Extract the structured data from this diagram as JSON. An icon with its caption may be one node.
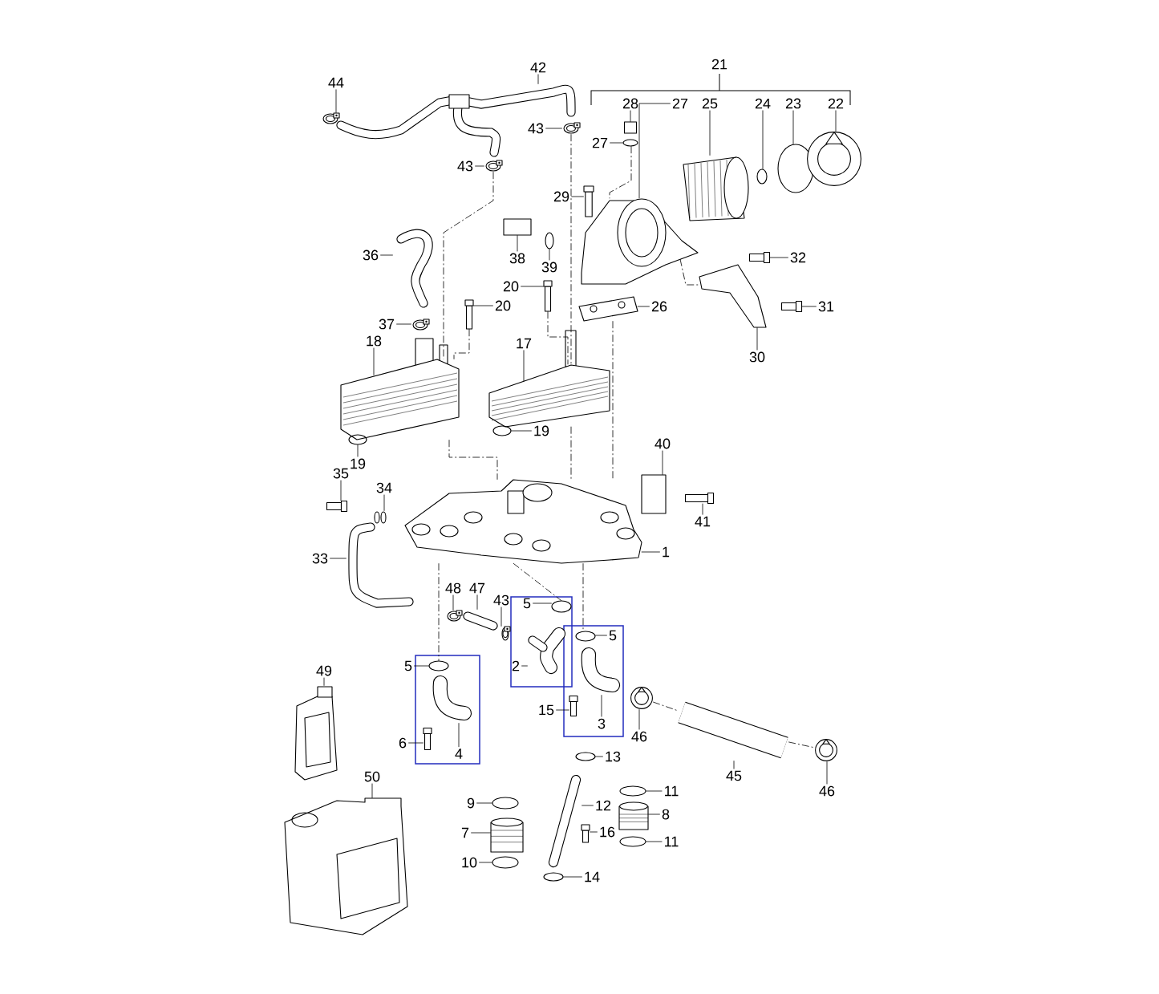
{
  "diagram": {
    "nodes": [
      {
        "text": [
          "44"
        ]
      },
      {
        "text": [
          "42"
        ]
      },
      {
        "text": [
          "21"
        ]
      },
      {
        "text": [
          "28"
        ]
      },
      {
        "text": [
          "27"
        ]
      },
      {
        "text": [
          "25"
        ]
      },
      {
        "text": [
          "24"
        ]
      },
      {
        "text": [
          "23"
        ]
      },
      {
        "text": [
          "22"
        ]
      },
      {
        "text": [
          "43"
        ],
        "in": 63
      },
      {
        "text": [
          "27"
        ]
      },
      {
        "text": [
          "43"
        ]
      },
      {
        "text": [
          "29"
        ]
      },
      {
        "text": [
          "36"
        ]
      },
      {
        "text": [
          "38"
        ]
      },
      {
        "text": [
          "39"
        ]
      },
      {
        "text": [
          "32"
        ]
      },
      {
        "text": [
          "20"
        ]
      },
      {
        "text": [
          "20"
        ]
      },
      {
        "text": [
          "26"
        ]
      },
      {
        "text": [
          "31"
        ]
      },
      {
        "text": [
          "37"
        ]
      },
      {
        "text": [
          "18"
        ]
      },
      {
        "text": [
          "17"
        ]
      },
      {
        "text": [
          "30"
        ]
      },
      {
        "text": [
          "19"
        ]
      },
      {
        "text": [
          "40"
        ]
      },
      {
        "text": [
          "19"
        ]
      },
      {
        "text": [
          "35"
        ]
      },
      {
        "text": [
          "34"
        ]
      },
      {
        "text": [
          "41"
        ]
      },
      {
        "text": [
          "1"
        ]
      },
      {
        "text": [
          "33"
        ]
      },
      {
        "text": [
          "48"
        ]
      },
      {
        "text": [
          "47"
        ]
      },
      {
        "text": [
          "43"
        ]
      },
      {
        "text": [],
        "shape": "box"
      },
      {
        "text": [
          "5"
        ],
        "in": 36
      },
      {
        "text": [],
        "shape": "box"
      },
      {
        "text": [
          "5"
        ],
        "in": 38
      },
      {
        "text": [],
        "shape": "box"
      },
      {
        "text": [
          "5"
        ]
      },
      {
        "text": [
          "2"
        ],
        "in": 36
      },
      {
        "text": [
          "49"
        ]
      },
      {
        "text": [
          "15"
        ]
      },
      {
        "text": [
          "3"
        ],
        "in": 38
      },
      {
        "text": [
          "46"
        ]
      },
      {
        "text": [
          "6"
        ]
      },
      {
        "text": [
          "4"
        ],
        "in": 40
      },
      {
        "text": [
          "13"
        ]
      },
      {
        "text": [
          "45"
        ]
      },
      {
        "text": [
          "50"
        ]
      },
      {
        "text": [
          "46"
        ]
      },
      {
        "text": [
          "11"
        ]
      },
      {
        "text": [
          "9"
        ]
      },
      {
        "text": [
          "12"
        ]
      },
      {
        "text": [
          "8"
        ]
      },
      {
        "text": [
          "16"
        ]
      },
      {
        "text": [
          "7"
        ]
      },
      {
        "text": [
          "11"
        ]
      },
      {
        "text": [
          "10"
        ]
      },
      {
        "text": [
          "14"
        ]
      },
      {
        "text": [],
        "shape": "picture"
      },
      {
        "text": [],
        "shape": "picture"
      },
      {
        "text": [],
        "shape": "box"
      },
      {
        "text": [],
        "shape": "picture"
      },
      {
        "text": [],
        "shape": "picture"
      },
      {
        "text": [],
        "shape": "circle"
      },
      {
        "text": [],
        "shape": "circle"
      },
      {
        "text": [],
        "shape": "picture"
      },
      {
        "text": [],
        "shape": "picture"
      },
      {
        "text": [],
        "shape": "circle"
      },
      {
        "text": [],
        "shape": "picture"
      },
      {
        "text": [],
        "shape": "box"
      },
      {
        "text": [],
        "shape": "picture"
      },
      {
        "text": [],
        "shape": "box"
      },
      {
        "text": [],
        "shape": "circle"
      },
      {
        "text": [],
        "shape": "box"
      },
      {
        "text": [],
        "shape": "box"
      },
      {
        "text": [],
        "shape": "box"
      },
      {
        "text": [],
        "shape": "picture"
      },
      {
        "text": [],
        "shape": "box"
      },
      {
        "text": [],
        "shape": "picture"
      },
      {
        "text": [],
        "shape": "picture"
      },
      {
        "text": [],
        "shape": "picture"
      },
      {
        "text": [],
        "shape": "picture"
      },
      {
        "text": [],
        "shape": "circle"
      },
      {
        "text": [],
        "shape": "box"
      },
      {
        "text": [],
        "shape": "circle"
      },
      {
        "text": [],
        "shape": "box"
      },
      {
        "text": [],
        "shape": "picture"
      },
      {
        "text": [],
        "shape": "box"
      },
      {
        "text": [],
        "shape": "picture"
      },
      {
        "text": [],
        "shape": "picture"
      },
      {
        "text": [],
        "shape": "picture"
      },
      {
        "text": [],
        "shape": "picture"
      },
      {
        "text": [],
        "shape": "picture"
      },
      {
        "text": [],
        "shape": "circle",
        "in": 36
      },
      {
        "text": [],
        "shape": "circle",
        "in": 38
      },
      {
        "text": [],
        "shape": "circle",
        "in": 40
      },
      {
        "text": [],
        "shape": "picture",
        "in": 36
      },
      {
        "text": [],
        "shape": "picture"
      },
      {
        "text": [],
        "shape": "box",
        "in": 38
      },
      {
        "text": [],
        "shape": "picture",
        "in": 38
      },
      {
        "text": [],
        "shape": "picture"
      },
      {
        "text": [],
        "shape": "box",
        "in": 40
      },
      {
        "text": [],
        "shape": "picture",
        "in": 40
      },
      {
        "text": [],
        "shape": "circle"
      },
      {
        "text": [],
        "shape": "picture"
      },
      {
        "text": [],
        "shape": "picture"
      },
      {
        "text": [],
        "shape": "picture"
      },
      {
        "text": [],
        "shape": "circle"
      },
      {
        "text": [],
        "shape": "circle"
      },
      {
        "text": [],
        "shape": "picture"
      },
      {
        "text": [],
        "shape": "picture"
      },
      {
        "text": [],
        "shape": "box"
      },
      {
        "text": [],
        "shape": "picture"
      },
      {
        "text": [],
        "shape": "circle"
      },
      {
        "text": [],
        "shape": "circle"
      },
      {
        "text": [],
        "shape": "circle"
      }
    ],
    "edges": [
      {
        "from": 0,
        "to": 62,
        "arrow": "none"
      },
      {
        "from": 1,
        "to": 63,
        "arrow": "none"
      },
      {
        "from": 3,
        "to": 64,
        "arrow": "none"
      },
      {
        "from": 4,
        "to": 65,
        "arrow": "none"
      },
      {
        "from": 5,
        "to": 66,
        "arrow": "none"
      },
      {
        "from": 6,
        "to": 67,
        "arrow": "none"
      },
      {
        "from": 7,
        "to": 68,
        "arrow": "none"
      },
      {
        "from": 8,
        "to": 69,
        "arrow": "none"
      },
      {
        "from": 9,
        "to": 70,
        "arrow": "none"
      },
      {
        "from": 10,
        "to": 71,
        "arrow": "none"
      },
      {
        "from": 11,
        "to": 72,
        "arrow": "none"
      },
      {
        "from": 12,
        "to": 73,
        "arrow": "none"
      },
      {
        "from": 13,
        "to": 74,
        "arrow": "none"
      },
      {
        "from": 14,
        "to": 75,
        "arrow": "none"
      },
      {
        "from": 15,
        "to": 76,
        "arrow": "none"
      },
      {
        "from": 16,
        "to": 77,
        "arrow": "none"
      },
      {
        "from": 17,
        "to": 78,
        "arrow": "none"
      },
      {
        "from": 18,
        "to": 79,
        "arrow": "none"
      },
      {
        "from": 19,
        "to": 80,
        "arrow": "none"
      },
      {
        "from": 20,
        "to": 81,
        "arrow": "none"
      },
      {
        "from": 21,
        "to": 82,
        "arrow": "none"
      },
      {
        "from": 22,
        "to": 83,
        "arrow": "none"
      },
      {
        "from": 23,
        "to": 84,
        "arrow": "none"
      },
      {
        "from": 24,
        "to": 85,
        "arrow": "none"
      },
      {
        "from": 25,
        "to": 86,
        "arrow": "none"
      },
      {
        "from": 26,
        "to": 87,
        "arrow": "none"
      },
      {
        "from": 27,
        "to": 88,
        "arrow": "none"
      },
      {
        "from": 28,
        "to": 89,
        "arrow": "none"
      },
      {
        "from": 29,
        "to": 90,
        "arrow": "none"
      },
      {
        "from": 30,
        "to": 91,
        "arrow": "none"
      },
      {
        "from": 31,
        "to": 92,
        "arrow": "none"
      },
      {
        "from": 32,
        "to": 93,
        "arrow": "none"
      },
      {
        "from": 33,
        "to": 94,
        "arrow": "none"
      },
      {
        "from": 34,
        "to": 95,
        "arrow": "none"
      },
      {
        "from": 35,
        "to": 96,
        "arrow": "none"
      },
      {
        "from": 37,
        "to": 97,
        "arrow": "none"
      },
      {
        "from": 39,
        "to": 98,
        "arrow": "none"
      },
      {
        "from": 41,
        "to": 99,
        "arrow": "none"
      },
      {
        "from": 42,
        "to": 100,
        "arrow": "none"
      },
      {
        "from": 43,
        "to": 101,
        "arrow": "none"
      },
      {
        "from": 44,
        "to": 102,
        "arrow": "none"
      },
      {
        "from": 45,
        "to": 103,
        "arrow": "none"
      },
      {
        "from": 46,
        "to": 104,
        "arrow": "none"
      },
      {
        "from": 47,
        "to": 105,
        "arrow": "none"
      },
      {
        "from": 48,
        "to": 106,
        "arrow": "none"
      },
      {
        "from": 49,
        "to": 107,
        "arrow": "none"
      },
      {
        "from": 50,
        "to": 108,
        "arrow": "none"
      },
      {
        "from": 51,
        "to": 109,
        "arrow": "none"
      },
      {
        "from": 52,
        "to": 110,
        "arrow": "none"
      },
      {
        "from": 53,
        "to": 111,
        "arrow": "none"
      },
      {
        "from": 54,
        "to": 112,
        "arrow": "none"
      },
      {
        "from": 55,
        "to": 113,
        "arrow": "none"
      },
      {
        "from": 56,
        "to": 114,
        "arrow": "none"
      },
      {
        "from": 57,
        "to": 115,
        "arrow": "none"
      },
      {
        "from": 58,
        "to": 116,
        "arrow": "none"
      },
      {
        "from": 59,
        "to": 117,
        "arrow": "none"
      },
      {
        "from": 60,
        "to": 118,
        "arrow": "none"
      },
      {
        "from": 61,
        "to": 119,
        "arrow": "none"
      },
      {
        "from": 72,
        "to": 83,
        "arrow": "none",
        "style": "dashed"
      },
      {
        "from": 70,
        "to": 84,
        "arrow": "none",
        "style": "dashed"
      },
      {
        "from": 84,
        "to": 92,
        "arrow": "none",
        "style": "dashed"
      },
      {
        "from": 83,
        "to": 92,
        "arrow": "none",
        "style": "dashed"
      },
      {
        "from": 71,
        "to": 65,
        "arrow": "none",
        "style": "dashed"
      },
      {
        "from": 80,
        "to": 92,
        "arrow": "none",
        "style": "dashed"
      },
      {
        "from": 65,
        "to": 85,
        "arrow": "none",
        "style": "dashed"
      },
      {
        "from": 92,
        "to": 99,
        "arrow": "none",
        "style": "dashed"
      },
      {
        "from": 92,
        "to": 98,
        "arrow": "none",
        "style": "dashed"
      },
      {
        "from": 92,
        "to": 97,
        "arrow": "none",
        "style": "dashed"
      },
      {
        "from": 78,
        "to": 84,
        "arrow": "none",
        "style": "dashed"
      },
      {
        "from": 79,
        "to": 83,
        "arrow": "none",
        "style": "dashed"
      },
      {
        "from": 104,
        "to": 108,
        "arrow": "none",
        "style": "dashed"
      },
      {
        "from": 108,
        "to": 110,
        "arrow": "none",
        "style": "dashed"
      }
    ]
  }
}
